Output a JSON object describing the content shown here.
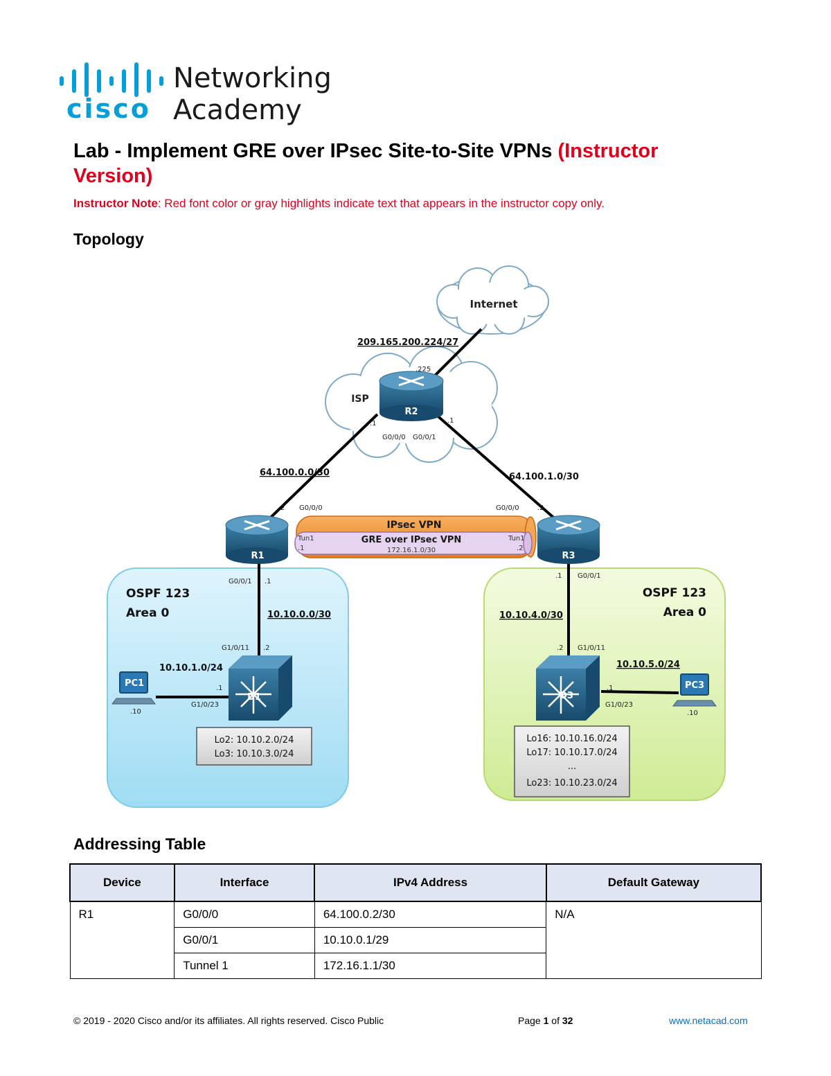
{
  "logo": {
    "brand": "cisco",
    "line1": "Networking",
    "line2": "Academy",
    "color": "#049fd9"
  },
  "title": {
    "main": "Lab - Implement GRE over IPsec Site-to-Site VPNs ",
    "highlight": "(Instructor Version)"
  },
  "instructor_note": {
    "label": "Instructor Note",
    "text": ": Red font color or gray highlights indicate text that appears in the instructor copy only."
  },
  "topology": {
    "heading": "Topology",
    "internet": "Internet",
    "isp": "ISP",
    "net_internet": "209.165.200.224/27",
    "r2_top_host": ".225",
    "r2_left_host": ".1",
    "r2_right_host": ".1",
    "r2_left_if": "G0/0/0",
    "r2_right_if": "G0/0/1",
    "net_r1_r2": "64.100.0.0/30",
    "net_r3_r2": "64.100.1.0/30",
    "r1_wan_host": ".2",
    "r1_wan_if": "G0/0/0",
    "r3_wan_if": "G0/0/0",
    "r3_wan_host": ".2",
    "ipsec_label": "IPsec VPN",
    "gre_label": "GRE over IPsec VPN",
    "gre_net": "172.16.1.0/30",
    "tun_left": "Tun1",
    "tun_left_host": ".1",
    "tun_right": "Tun1",
    "tun_right_host": ".2",
    "r1": "R1",
    "r2": "R2",
    "r3": "R3",
    "d1": "D1",
    "d3": "D3",
    "pc1": "PC1",
    "pc3": "PC3",
    "r1_lan_if": "G0/0/1",
    "r1_lan_host": ".1",
    "r3_lan_host": ".1",
    "r3_lan_if": "G0/0/1",
    "ospf_left_1": "OSPF 123",
    "ospf_left_2": "Area 0",
    "ospf_right_1": "OSPF 123",
    "ospf_right_2": "Area 0",
    "net_r1_d1": "10.10.0.0/30",
    "net_r3_d3": "10.10.4.0/30",
    "d1_up_if": "G1/0/11",
    "d1_up_host": ".2",
    "d3_up_host": ".2",
    "d3_up_if": "G1/0/11",
    "net_pc1": "10.10.1.0/24",
    "net_pc3": "10.10.5.0/24",
    "d1_pc_host": ".1",
    "d1_pc_if": "G1/0/23",
    "d3_pc_host": ".1",
    "d3_pc_if": "G1/0/23",
    "pc1_host": ".10",
    "pc3_host": ".10",
    "d1_loopbacks": [
      "Lo2: 10.10.2.0/24",
      "Lo3: 10.10.3.0/24"
    ],
    "d3_loopbacks": [
      "Lo16: 10.10.16.0/24",
      "Lo17: 10.10.17.0/24",
      "...",
      "Lo23: 10.10.23.0/24"
    ]
  },
  "addressing": {
    "heading": "Addressing Table",
    "headers": [
      "Device",
      "Interface",
      "IPv4 Address",
      "Default Gateway"
    ],
    "device": "R1",
    "gateway": "N/A",
    "rows": [
      {
        "interface": "G0/0/0",
        "ipv4": "64.100.0.2/30"
      },
      {
        "interface": "G0/0/1",
        "ipv4": "10.10.0.1/29"
      },
      {
        "interface": "Tunnel 1",
        "ipv4": "172.16.1.1/30"
      }
    ]
  },
  "footer": {
    "copyright": "© 2019 - 2020 Cisco and/or its affiliates. All rights reserved. Cisco Public",
    "page_label": "Page ",
    "page_num": "1",
    "page_of": " of ",
    "page_total": "32",
    "url": "www.netacad.com"
  }
}
